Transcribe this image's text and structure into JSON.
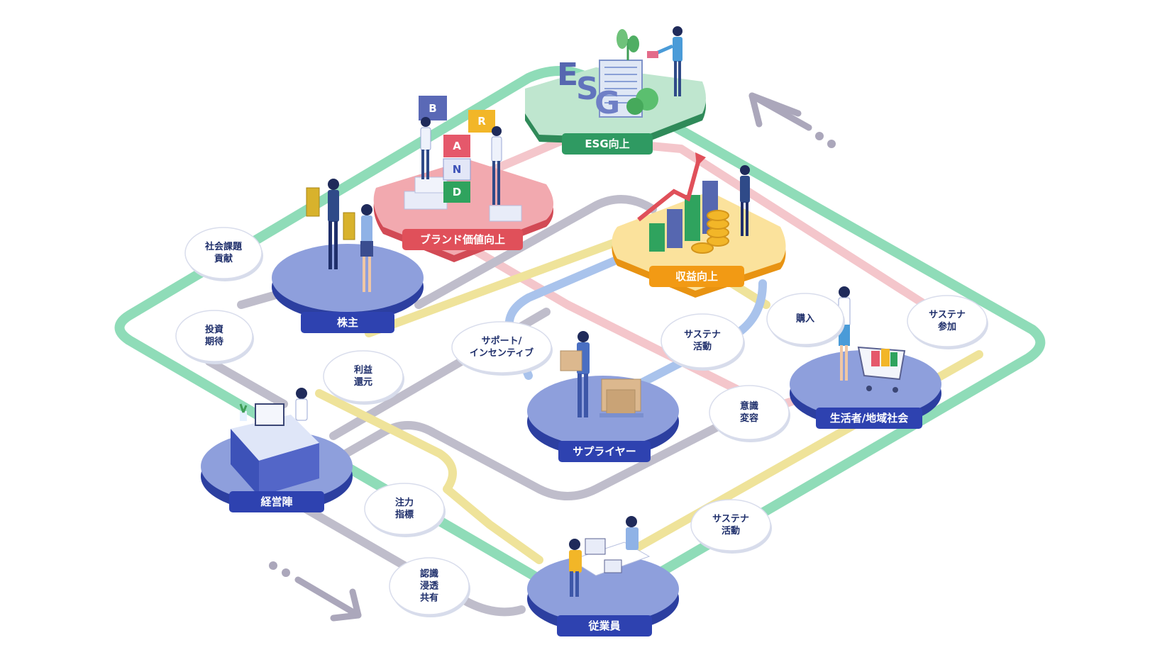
{
  "colors": {
    "green_track": "#8fdcb8",
    "gray_track": "#bfbdcb",
    "pink_track": "#f4c6cb",
    "yellow_track": "#efe39a",
    "blue_track": "#a9c3ec",
    "node_blue": "#3d52b8",
    "esg_green": "#2f9a62",
    "brand_red": "#e0505a",
    "profit_orange": "#f29a14",
    "bubble_text": "#1f2f6b"
  },
  "hubs": {
    "esg": "ESG向上",
    "brand": "ブランド価値向上",
    "profit": "収益向上"
  },
  "nodes": {
    "shareholders": "株主",
    "management": "経営陣",
    "suppliers": "サプライヤー",
    "consumers": "生活者/地域社会",
    "employees": "従業員"
  },
  "bubbles": {
    "social_contribution": [
      "社会課題",
      "貢献"
    ],
    "investment_expectation": [
      "投資",
      "期待"
    ],
    "profit_return": [
      "利益",
      "還元"
    ],
    "support_incentive": [
      "サポート/",
      "インセンティブ"
    ],
    "sustainability_activity_supplier": [
      "サステナ",
      "活動"
    ],
    "purchase": [
      "購入"
    ],
    "sustainability_participation": [
      "サステナ",
      "参加"
    ],
    "awareness_change": [
      "意識",
      "変容"
    ],
    "focus_indicator": [
      "注力",
      "指標"
    ],
    "recognition_share": [
      "認識",
      "浸透",
      "共有"
    ],
    "sustainability_activity_employee": [
      "サステナ",
      "活動"
    ]
  },
  "illustration": {
    "esg_letters": [
      "E",
      "S",
      "G"
    ],
    "brand_blocks": [
      "B",
      "R",
      "A",
      "N",
      "D"
    ]
  },
  "icons": [
    "arrow-icon-top-right",
    "arrow-icon-bottom-left"
  ]
}
